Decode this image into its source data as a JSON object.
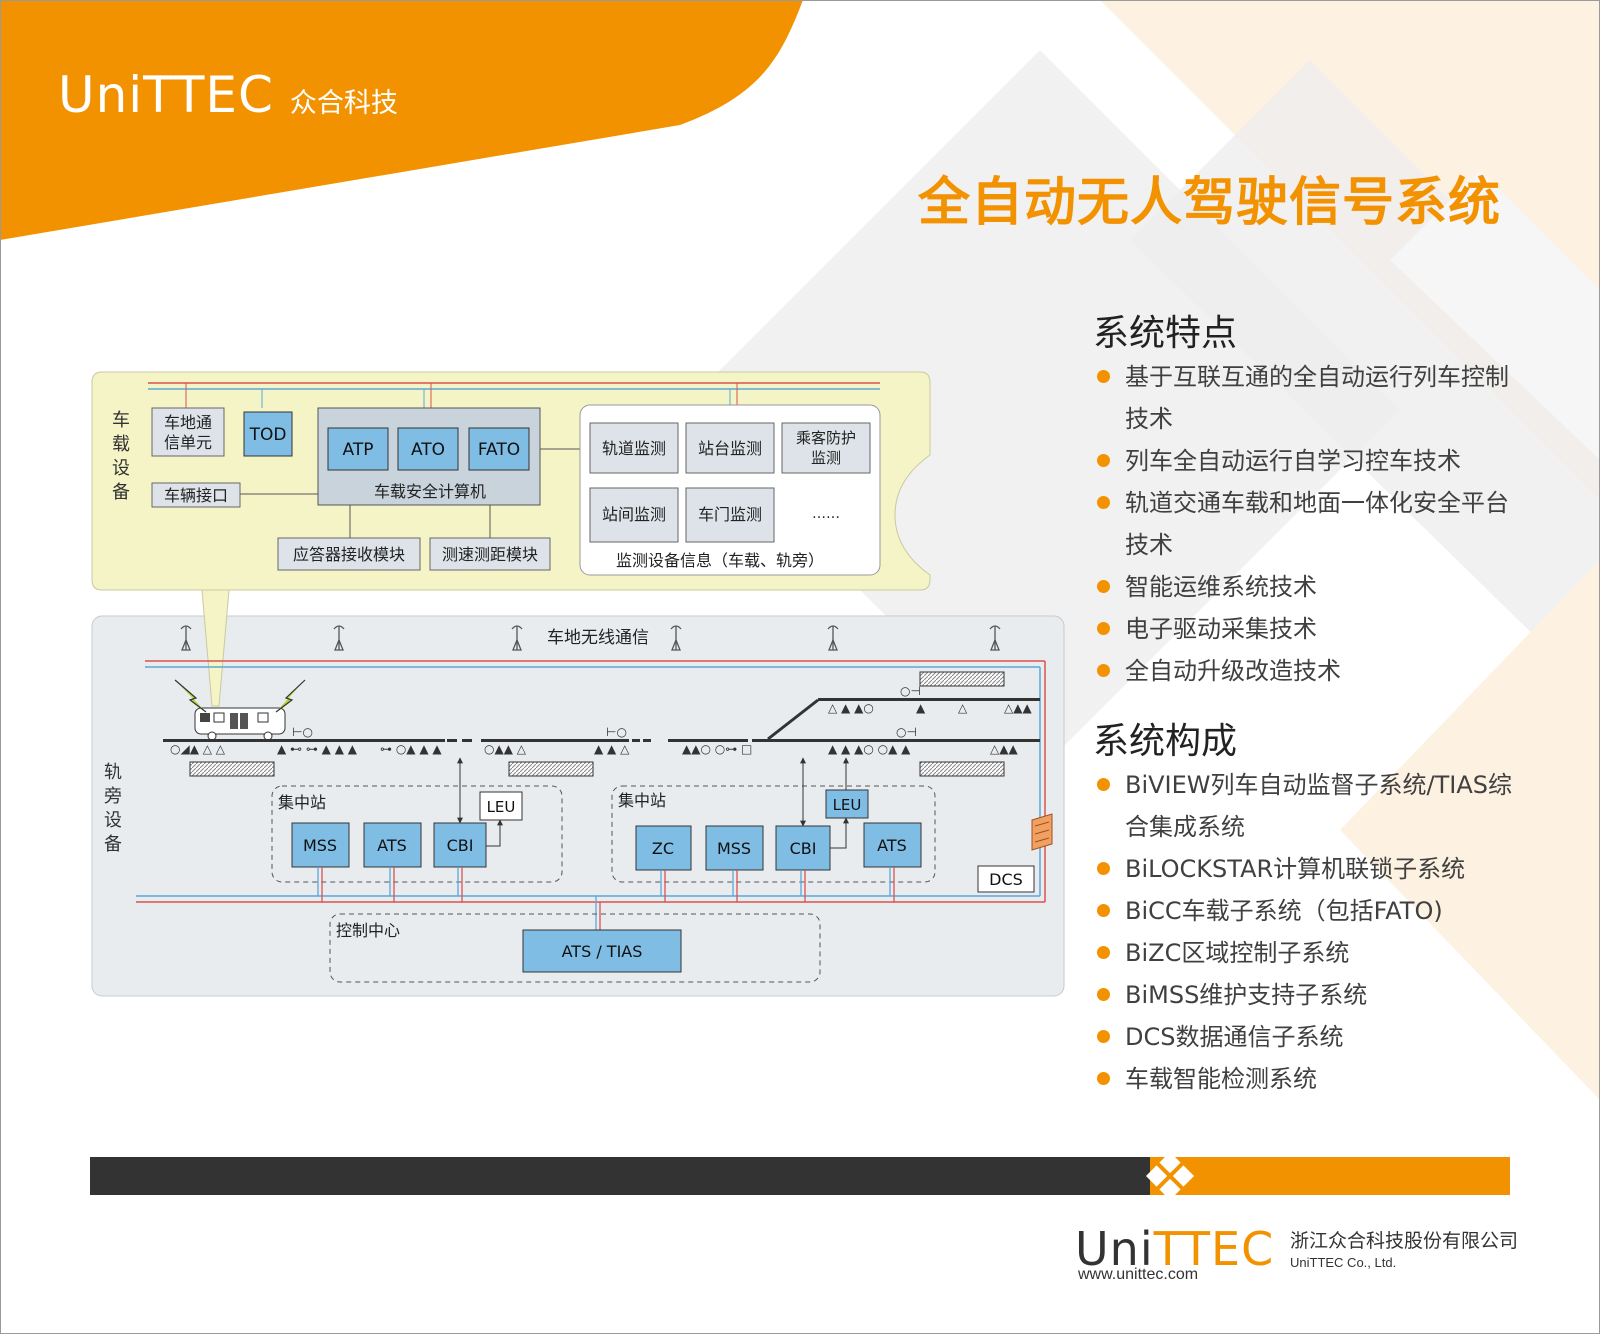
{
  "header": {
    "logo": "UniTTEC",
    "logo_cn": "众合科技",
    "title": "全自动无人驾驶信号系统"
  },
  "features": {
    "title": "系统特点",
    "items": [
      "基于互联互通的全自动运行列车控制技术",
      "列车全自动运行自学习控车技术",
      "轨道交通车载和地面一体化安全平台技术",
      "智能运维系统技术",
      "电子驱动采集技术",
      "全自动升级改造技术"
    ]
  },
  "composition": {
    "title": "系统构成",
    "items": [
      "BiVIEW列车自动监督子系统/TIAS综合集成系统",
      "BiLOCKSTAR计算机联锁子系统",
      "BiCC车载子系统（包括FATO)",
      "BiZC区域控制子系统",
      "BiMSS维护支持子系统",
      "DCS数据通信子系统",
      "车载智能检测系统"
    ]
  },
  "diagram": {
    "onboard": {
      "label": "车载设备",
      "comm_unit": "车地通信单元",
      "tod": "TOD",
      "atp": "ATP",
      "ato": "ATO",
      "fato": "FATO",
      "safety_computer": "车载安全计算机",
      "vehicle_interface": "车辆接口",
      "transponder_rx": "应答器接收模块",
      "speed_ranging": "测速测距模块",
      "monitor_track": "轨道监测",
      "monitor_platform": "站台监测",
      "monitor_passenger": "乘客防护监测",
      "monitor_station": "站间监测",
      "monitor_door": "车门监测",
      "monitor_more": "……",
      "monitor_caption": "监测设备信息（车载、轨旁）"
    },
    "wayside": {
      "label": "轨旁设备",
      "radio": "车地无线通信",
      "station1": "集中站",
      "station2": "集中站",
      "leu": "LEU",
      "mss": "MSS",
      "ats": "ATS",
      "cbi": "CBI",
      "zc": "ZC",
      "dcs": "DCS",
      "control_center": "控制中心",
      "ats_tias": "ATS / TIAS"
    }
  },
  "footer": {
    "logo_prefix": "Uni",
    "logo_accent": "TTEC",
    "company_cn": "浙江众合科技股份有限公司",
    "company_en": "UniTTEC Co., Ltd.",
    "url": "www.unittec.com"
  },
  "colors": {
    "accent": "#f39200",
    "dark_bar": "#333333",
    "box_blue": "#7fbde4",
    "onboard_bg": "#f5f4c7",
    "wayside_bg": "#e8ecef"
  }
}
